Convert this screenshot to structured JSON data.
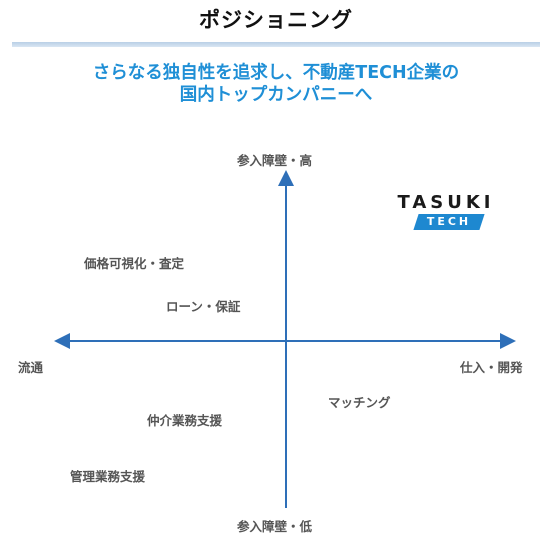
{
  "header": {
    "title": "ポジショニング",
    "subtitle_line1": "さらなる独自性を追求し、不動産TECH企業の",
    "subtitle_line2": "国内トップカンパニーへ"
  },
  "axes": {
    "top": "参入障壁・高",
    "bottom": "参入障壁・低",
    "left": "流通",
    "right": "仕入・開発"
  },
  "items": [
    {
      "label": "価格可視化・査定"
    },
    {
      "label": "ローン・保証"
    },
    {
      "label": "マッチング"
    },
    {
      "label": "仲介業務支援"
    },
    {
      "label": "管理業務支援"
    }
  ],
  "logo": {
    "top_text": "TASUKI",
    "bottom_text": "TECH"
  },
  "colors": {
    "accent": "#1f8fd6",
    "axis": "#2e6fb8",
    "logo_bar": "#1e88d0"
  }
}
